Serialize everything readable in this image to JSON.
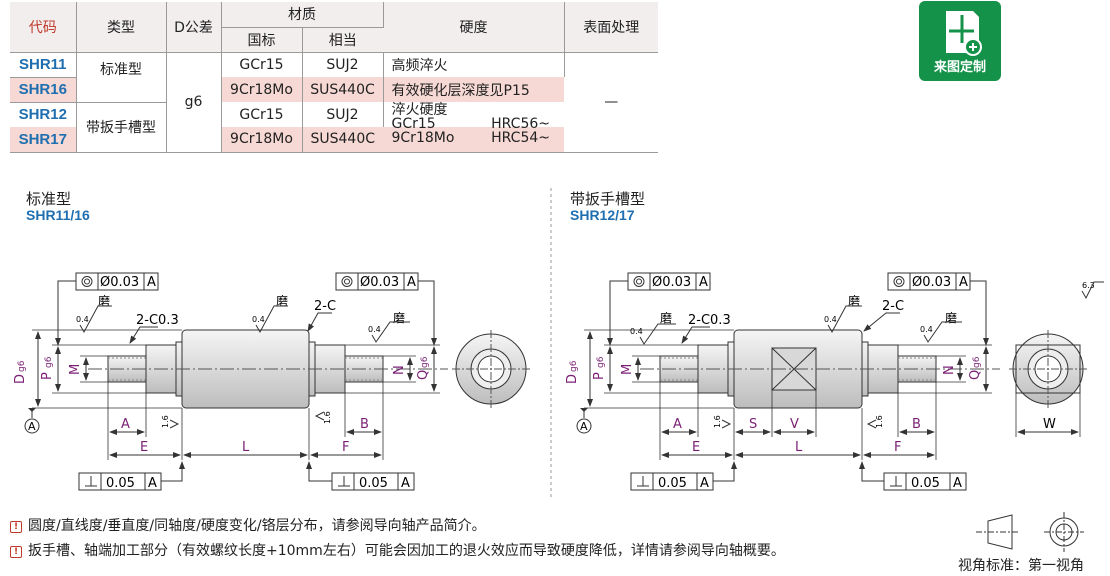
{
  "table": {
    "headers": {
      "code": "代码",
      "type": "类型",
      "tolerance": "D公差",
      "material": "材质",
      "hardness": "硬度",
      "surface": "表面处理",
      "gb": "国标",
      "equiv": "相当"
    },
    "rows": [
      {
        "code": "SHR11",
        "type": "标准型",
        "gb": "GCr15",
        "equiv": "SUJ2",
        "hardness": "高频淬火"
      },
      {
        "code": "SHR16",
        "gb": "9Cr18Mo",
        "equiv": "SUS440C",
        "hardness": "有效硬化层深度见P15"
      },
      {
        "code": "SHR12",
        "type": "带扳手槽型",
        "gb": "GCr15",
        "equiv": "SUJ2",
        "hardness": "淬火硬度"
      },
      {
        "code": "SHR17",
        "gb": "9Cr18Mo",
        "equiv": "SUS440C"
      }
    ],
    "tolerance_value": "g6",
    "hardness_lines": [
      {
        "mat": "GCr15",
        "val": "HRC56~"
      },
      {
        "mat": "9Cr18Mo",
        "val": "HRC54~"
      }
    ],
    "surface_value": "—"
  },
  "badge": {
    "label": "来图定制",
    "icon": "drawing-custom-icon"
  },
  "left_drawing": {
    "title": "标准型",
    "subtitle": "SHR11/16",
    "tol_left": "Ø0.03",
    "tol_right": "Ø0.03",
    "datum": "A",
    "chamfer_left": "2-C0.3",
    "chamfer_right": "2-C",
    "grind": "磨",
    "rough_a": "0.4",
    "rough_b": "1.6",
    "perp": "0.05",
    "dims": {
      "A": "A",
      "E": "E",
      "L": "L",
      "F": "F",
      "B": "B",
      "D": "D",
      "P": "P",
      "M": "M",
      "N": "N",
      "Q": "Q",
      "g6": "g6"
    }
  },
  "right_drawing": {
    "title": "带扳手槽型",
    "subtitle": "SHR12/17",
    "tol_left": "Ø0.03",
    "tol_right": "Ø0.03",
    "datum": "A",
    "chamfer_left": "2-C0.3",
    "chamfer_right": "2-C",
    "grind": "磨",
    "rough_a": "0.4",
    "rough_b": "1.6",
    "perp": "0.05",
    "dims": {
      "A": "A",
      "E": "E",
      "S": "S",
      "V": "V",
      "L": "L",
      "F": "F",
      "B": "B",
      "W": "W",
      "D": "D",
      "P": "P",
      "M": "M",
      "N": "N",
      "Q": "Q",
      "g6": "g6"
    }
  },
  "surface_roughness": "6.3",
  "notes": [
    "圆度/直线度/垂直度/同轴度/硬度变化/铬层分布，请参阅导向轴产品简介。",
    "扳手槽、轴端加工部分（有效螺纹长度+10mm左右）可能会因加工的退火效应而导致硬度降低，详情请参阅导向轴概要。"
  ],
  "projection": "视角标准：第一视角"
}
